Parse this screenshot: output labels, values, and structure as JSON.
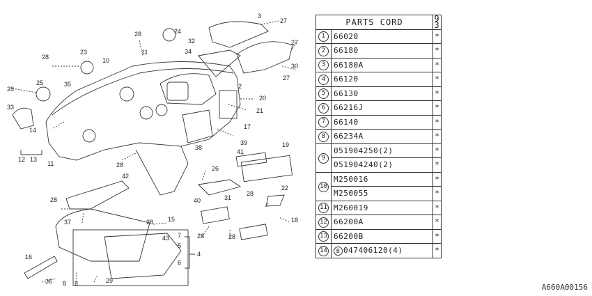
{
  "diagram": {
    "callouts": [
      "3",
      "27",
      "28",
      "24",
      "32",
      "11",
      "34",
      "28",
      "23",
      "10",
      "27",
      "30",
      "27",
      "35",
      "25",
      "2",
      "28",
      "20",
      "33",
      "21",
      "14",
      "17",
      "39",
      "38",
      "41",
      "19",
      "12",
      "13",
      "11",
      "28",
      "26",
      "42",
      "28",
      "22",
      "40",
      "28",
      "31",
      "18",
      "37",
      "15",
      "28",
      "7",
      "43",
      "5",
      "28",
      "28",
      "4",
      "16",
      "6",
      "36",
      "8",
      "8",
      "29"
    ]
  },
  "table": {
    "header": "PARTS CORD",
    "header_col": [
      "9",
      "3"
    ],
    "rows": [
      {
        "num": "1",
        "codes": [
          "66020"
        ],
        "mark": "*"
      },
      {
        "num": "2",
        "codes": [
          "66180"
        ],
        "mark": "*"
      },
      {
        "num": "3",
        "codes": [
          "66180A"
        ],
        "mark": "*"
      },
      {
        "num": "4",
        "codes": [
          "66120"
        ],
        "mark": "*"
      },
      {
        "num": "5",
        "codes": [
          "66130"
        ],
        "mark": "*"
      },
      {
        "num": "6",
        "codes": [
          "66216J"
        ],
        "mark": "*"
      },
      {
        "num": "7",
        "codes": [
          "66140"
        ],
        "mark": "*"
      },
      {
        "num": "8",
        "codes": [
          "66234A"
        ],
        "mark": "*"
      },
      {
        "num": "9",
        "codes": [
          "051904250(2)",
          "051904240(2)"
        ],
        "mark": "*"
      },
      {
        "num": "10",
        "codes": [
          "M250016",
          "M250055"
        ],
        "mark": "*"
      },
      {
        "num": "11",
        "codes": [
          "M260019"
        ],
        "mark": "*"
      },
      {
        "num": "12",
        "codes": [
          "66200A"
        ],
        "mark": "*"
      },
      {
        "num": "13",
        "codes": [
          "66200B"
        ],
        "mark": "*"
      },
      {
        "num": "14",
        "codes": [
          "047406120(4)"
        ],
        "prefix": "B",
        "mark": "*"
      }
    ]
  },
  "footer": {
    "code": "A660A00156"
  }
}
